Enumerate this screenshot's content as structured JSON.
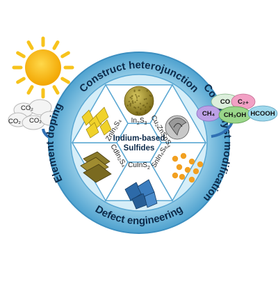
{
  "ring_labels": {
    "top": "Construct heterojunction",
    "left": "Element doping",
    "right": "Co-catalyst modification",
    "bottom": "Defect engineering"
  },
  "center_label": {
    "line1": "Indium-based",
    "line2": "Sulfides"
  },
  "segments": {
    "in2s3": {
      "base": "In",
      "sub1": "2",
      "mid": "S",
      "sub2": "3"
    },
    "cu2znsns4": {
      "text": "Cu₂ZnSnS₄"
    },
    "snin4s8": {
      "text": "SnIn₄S₈"
    },
    "cuins2": {
      "base": "CuInS",
      "sub1": "2"
    },
    "cdin2s4": {
      "text": "CdIn₂S₄"
    },
    "znin2s4": {
      "text": "ZnIn₂S₄"
    }
  },
  "reactant_cloud": {
    "items": [
      "CO₂",
      "CO₂",
      "CO₂"
    ]
  },
  "products": {
    "items": [
      "CO",
      "C₂₊",
      "CH₄",
      "CH₃OH",
      "HCOOH"
    ]
  },
  "colors": {
    "ring_outer": "#6fb6d8",
    "ring_inner": "#b8e2f2",
    "segment_fill": "#ffffff",
    "sun": "#f6b400",
    "sun_rays": "#f7c31c",
    "arrow": "#2f6fb3",
    "prod_co": "#dcefdc",
    "prod_c2": "#f2a0c4",
    "prod_ch4": "#bca0e6",
    "prod_ch3oh": "#9ad68a",
    "prod_hcooh": "#9fd8ec"
  }
}
